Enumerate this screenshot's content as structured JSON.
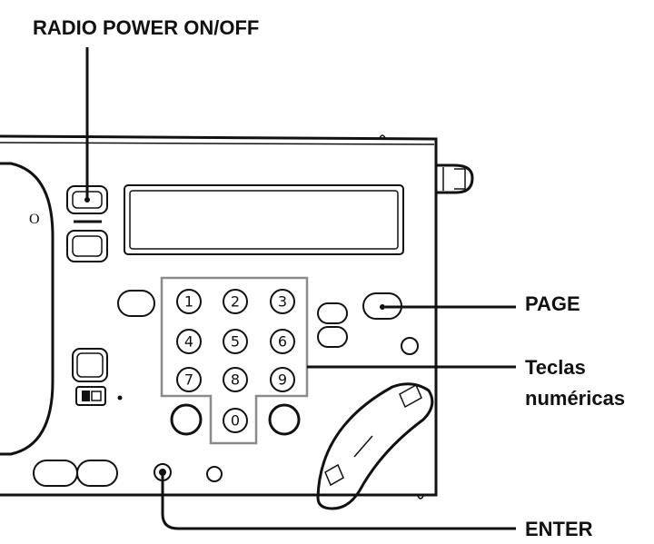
{
  "labels": {
    "radio_power": "RADIO POWER ON/OFF",
    "page": "PAGE",
    "numeric_keys_line1": "Teclas",
    "numeric_keys_line2": "numéricas",
    "enter": "ENTER",
    "side_letter": "O"
  },
  "keypad": [
    "1",
    "2",
    "3",
    "4",
    "5",
    "6",
    "7",
    "8",
    "9",
    "0"
  ]
}
